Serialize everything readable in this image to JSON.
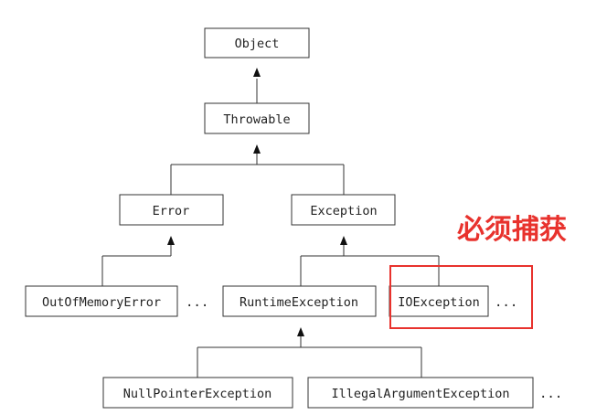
{
  "nodes": {
    "object": "Object",
    "throwable": "Throwable",
    "error": "Error",
    "exception": "Exception",
    "out_of_memory_error": "OutOfMemoryError",
    "runtime_exception": "RuntimeException",
    "io_exception": "IOException",
    "null_pointer_exception": "NullPointerException",
    "illegal_argument_exception": "IllegalArgumentException"
  },
  "ellipsis": {
    "after_out_of_memory_error": "...",
    "after_io_exception": "...",
    "after_illegal_argument_exception": "..."
  },
  "annotation": {
    "text": "必须捕获",
    "color": "#e8322d"
  },
  "colors": {
    "line": "#333333",
    "highlight": "#e8322d"
  }
}
